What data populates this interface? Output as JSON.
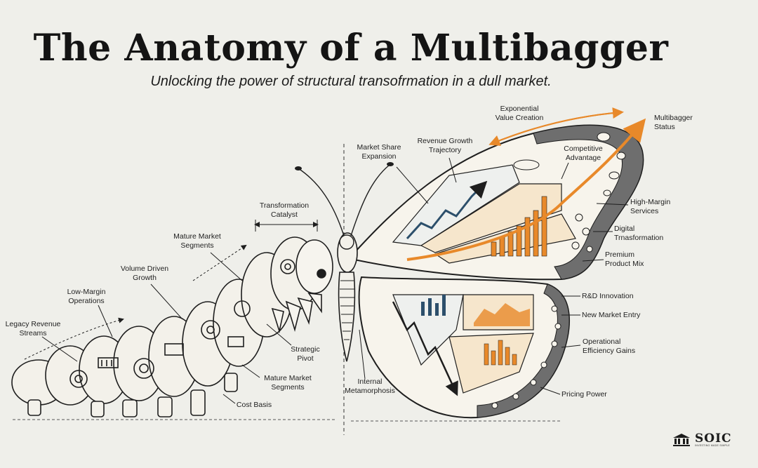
{
  "header": {
    "title": "The Anatomy of a Multibagger",
    "subtitle": "Unlocking the power of structural transofrmation in a dull market."
  },
  "labels": {
    "legacy_revenue": "Legacy Revenue\nStreams",
    "low_margin": "Low-Margin\nOperations",
    "volume_growth": "Volume Driven\nGrowth",
    "mature_segments_top": "Mature Market\nSegments",
    "transformation_catalyst": "Transformation\nCatalyst",
    "strategic_pivot": "Strategic\nPivot",
    "mature_segments_bottom": "Mature Market\nSegments",
    "cost_basis": "Cost Basis",
    "internal_metamorphosis": "Internal\nMetamorphosis",
    "market_share": "Market Share\nExpansion",
    "revenue_trajectory": "Revenue Growth\nTrajectory",
    "exponential_value": "Exponential\nValue Creation",
    "multibagger_status": "Multibagger\nStatus",
    "competitive_advantage": "Competitive\nAdvantage",
    "high_margin": "High-Margin\nServices",
    "digital_transformation": "Digital\nTrnasformation",
    "premium_mix": "Premium\nProduct Mix",
    "rnd": "R&D Innovation",
    "new_market": "New Market  Entry",
    "operational_efficiency": "Operational\nEfficiency Gains",
    "pricing_power": "Pricing Power"
  },
  "logo": {
    "name": "SOIC",
    "tagline": "INVESTING MADE SIMPLE",
    "icon": "bank-building-icon"
  },
  "colors": {
    "background": "#efefea",
    "ink": "#1e1e1e",
    "accent_orange": "#e8892a",
    "accent_blue": "#2c4f6b",
    "wing_cream": "#f6e6cc"
  }
}
